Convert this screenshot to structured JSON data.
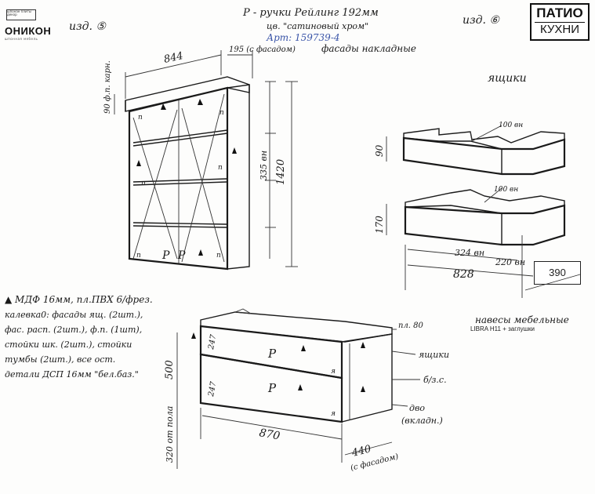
{
  "logos": {
    "left_mark": "шпонан плиты декор",
    "left_name": "ОНИКОН",
    "left_sub": "шпонная мебель",
    "right_line1": "ПАТИО",
    "right_line2": "КУХНИ"
  },
  "header": {
    "izd5": "изд. ⑤",
    "izd6": "изд. ⑥",
    "handles_line1": "Р - ручки Рейлинг 192мм",
    "handles_line2": "цв. \"сатиновый хром\"",
    "article": "Арт: 159739-4",
    "facades": "фасады накладные"
  },
  "cabinet5": {
    "width": "844",
    "depth": "195 (с фасадом)",
    "crown": "90 ф.п. карн.",
    "inner_height": "335 вн",
    "height": "1420",
    "handle_mark": "Р",
    "shelf_mark": "п"
  },
  "drawers": {
    "title": "ящики",
    "d1_height": "90",
    "d2_height": "170",
    "inner1": "100 вн",
    "inner2": "100 вн",
    "w324": "324 вн",
    "w220": "220 вн",
    "w828": "828",
    "depth390": "390"
  },
  "notes": {
    "line1": "▲ МДФ 16мм, пл.ПВХ 6/фрез.",
    "line2": "калевка0: фасады ящ. (2шт.),",
    "line3": "фас. расп. (2шт.), ф.п. (1шт),",
    "line4": "стойки шк. (2шт.), стойки",
    "line5": "тумбы (2шт.), все ост.",
    "line6": "детали ДСП 16мм \"бел.баз.\""
  },
  "hinges": {
    "title": "навесы мебельные",
    "spec": "LIBRA H11 + заглушки"
  },
  "cabinet6": {
    "front1": "247",
    "front2": "247",
    "height": "500",
    "floor": "320 от пола",
    "width": "870",
    "depth": "440",
    "depth_note": "(с фасадом)",
    "pl80": "пл. 80",
    "boxes": "ящики",
    "bz": "б/з.с.",
    "dvo": "дво",
    "dvo2": "(вкладн.)",
    "handle": "Р",
    "side": "я"
  }
}
